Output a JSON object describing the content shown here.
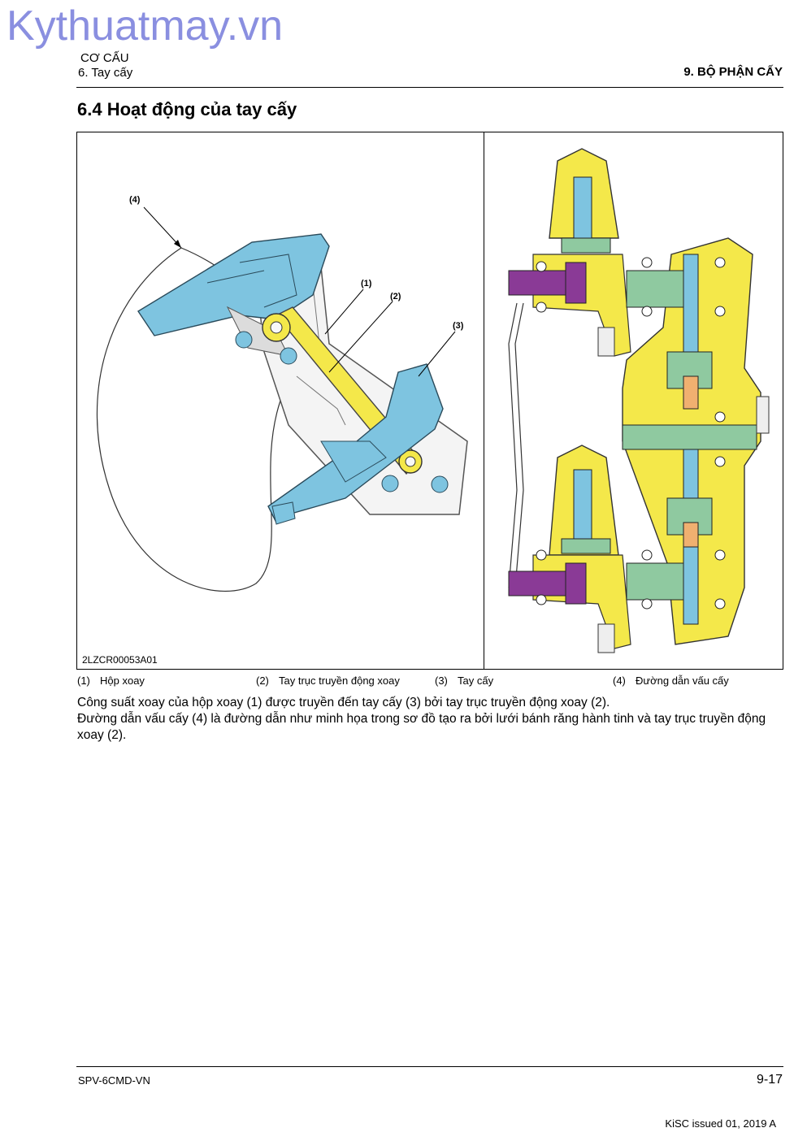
{
  "watermark": "Kythuatmay.vn",
  "header": {
    "section": "CƠ CẤU",
    "subsection": "6. Tay cấy",
    "chapter": "9. BỘ PHẬN CẤY"
  },
  "title": "6.4 Hoạt động của tay cấy",
  "figure": {
    "code": "2LZCR00053A01",
    "callouts": [
      "(1)",
      "(2)",
      "(3)",
      "(4)"
    ]
  },
  "legend": [
    {
      "num": "(1)",
      "text": "Hộp xoay"
    },
    {
      "num": "(2)",
      "text": "Tay trục truyền động xoay"
    },
    {
      "num": "(3)",
      "text": "Tay cấy"
    },
    {
      "num": "(4)",
      "text": "Đường dẫn vấu cấy"
    }
  ],
  "body": [
    "Công suất xoay của hộp xoay (1) được truyền đến tay cấy (3) bởi tay trục truyền động xoay (2).",
    "Đường dẫn vấu cấy (4) là đường dẫn như minh họa trong sơ đồ tạo ra bởi lưới bánh răng hành tinh và tay trục truyền động xoay (2)."
  ],
  "footer": {
    "doc": "SPV-6CMD-VN",
    "page": "9-17",
    "issue": "KiSC issued 01, 2019 A"
  },
  "colors": {
    "yellow": "#f4e84a",
    "blue": "#7ec4e0",
    "green": "#8fc9a0",
    "purple": "#8a3a96",
    "orange": "#f0b070",
    "watermark": "#8a8fe0"
  }
}
